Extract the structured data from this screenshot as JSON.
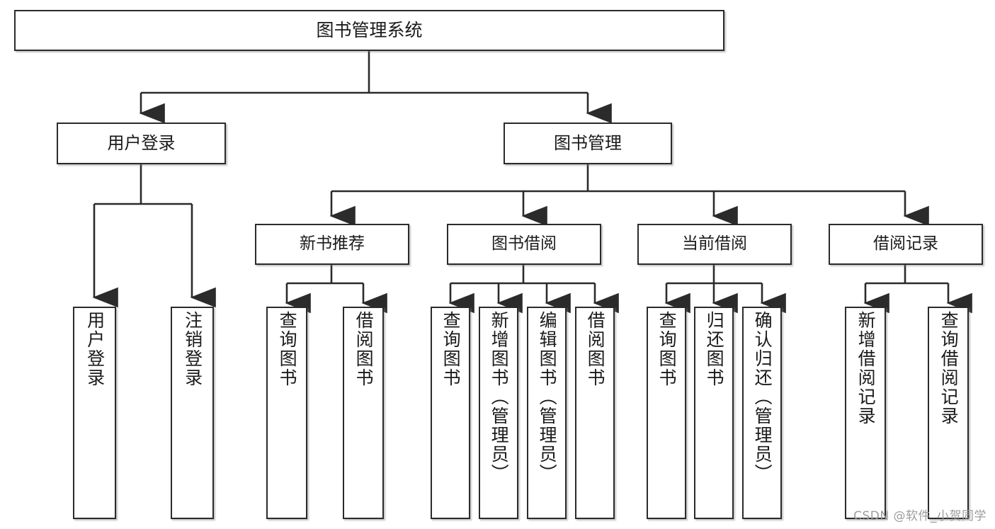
{
  "diagram": {
    "type": "tree",
    "title": "图书管理系统",
    "watermark": "CSDN @软件_小贺同学",
    "colors": {
      "background": "#ffffff",
      "node_fill": "#ffffff",
      "node_border": "#2b2b2b",
      "edge": "#2b2b2b",
      "text": "#1a1a1a",
      "watermark": "#9c9c9c"
    },
    "nodes": {
      "root": {
        "label": "图书管理系统"
      },
      "level2": [
        {
          "id": "user-login",
          "label": "用户登录"
        },
        {
          "id": "book-manage",
          "label": "图书管理"
        }
      ],
      "level3": [
        {
          "id": "new-book-rec",
          "label": "新书推荐",
          "parent": "book-manage"
        },
        {
          "id": "book-borrow",
          "label": "图书借阅",
          "parent": "book-manage"
        },
        {
          "id": "current-borrow",
          "label": "当前借阅",
          "parent": "book-manage"
        },
        {
          "id": "borrow-record",
          "label": "借阅记录",
          "parent": "book-manage"
        }
      ],
      "leaves": [
        {
          "id": "leaf-user-login",
          "label": "用户登录",
          "parent": "user-login"
        },
        {
          "id": "leaf-user-logout",
          "label": "注销登录",
          "parent": "user-login"
        },
        {
          "id": "leaf-rec-query-book",
          "label": "查询图书",
          "parent": "new-book-rec"
        },
        {
          "id": "leaf-rec-borrow-book",
          "label": "借阅图书",
          "parent": "new-book-rec"
        },
        {
          "id": "leaf-borrow-query-book",
          "label": "查询图书",
          "parent": "book-borrow"
        },
        {
          "id": "leaf-borrow-add-book",
          "label": "新增图书（管理员）",
          "parent": "book-borrow"
        },
        {
          "id": "leaf-borrow-edit-book",
          "label": "编辑图书（管理员）",
          "parent": "book-borrow"
        },
        {
          "id": "leaf-borrow-borrow-book",
          "label": "借阅图书",
          "parent": "book-borrow"
        },
        {
          "id": "leaf-current-query-book",
          "label": "查询图书",
          "parent": "current-borrow"
        },
        {
          "id": "leaf-current-return-book",
          "label": "归还图书",
          "parent": "current-borrow"
        },
        {
          "id": "leaf-current-confirm-return",
          "label": "确认归还（管理员）",
          "parent": "current-borrow"
        },
        {
          "id": "leaf-record-add",
          "label": "新增借阅记录",
          "parent": "borrow-record"
        },
        {
          "id": "leaf-record-query",
          "label": "查询借阅记录",
          "parent": "borrow-record"
        }
      ]
    }
  }
}
